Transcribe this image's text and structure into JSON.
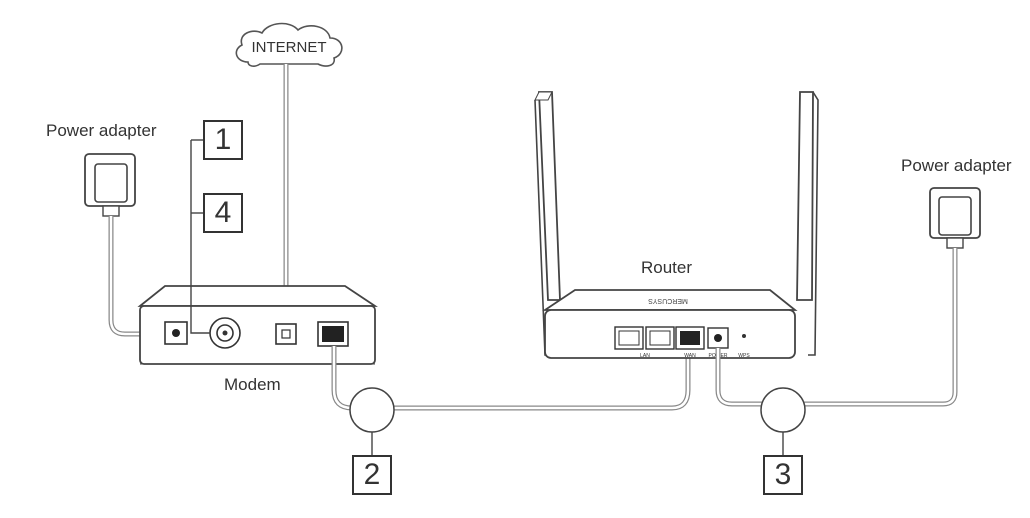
{
  "labels": {
    "internet": "INTERNET",
    "power_adapter_left": "Power adapter",
    "power_adapter_right": "Power adapter",
    "modem": "Modem",
    "router": "Router"
  },
  "steps": [
    "1",
    "4",
    "2",
    "3"
  ],
  "port_labels": {
    "lan": "LAN",
    "wan": "WAN",
    "power": "POWER",
    "wps": "WPS",
    "brand": "MERCUSYS"
  }
}
